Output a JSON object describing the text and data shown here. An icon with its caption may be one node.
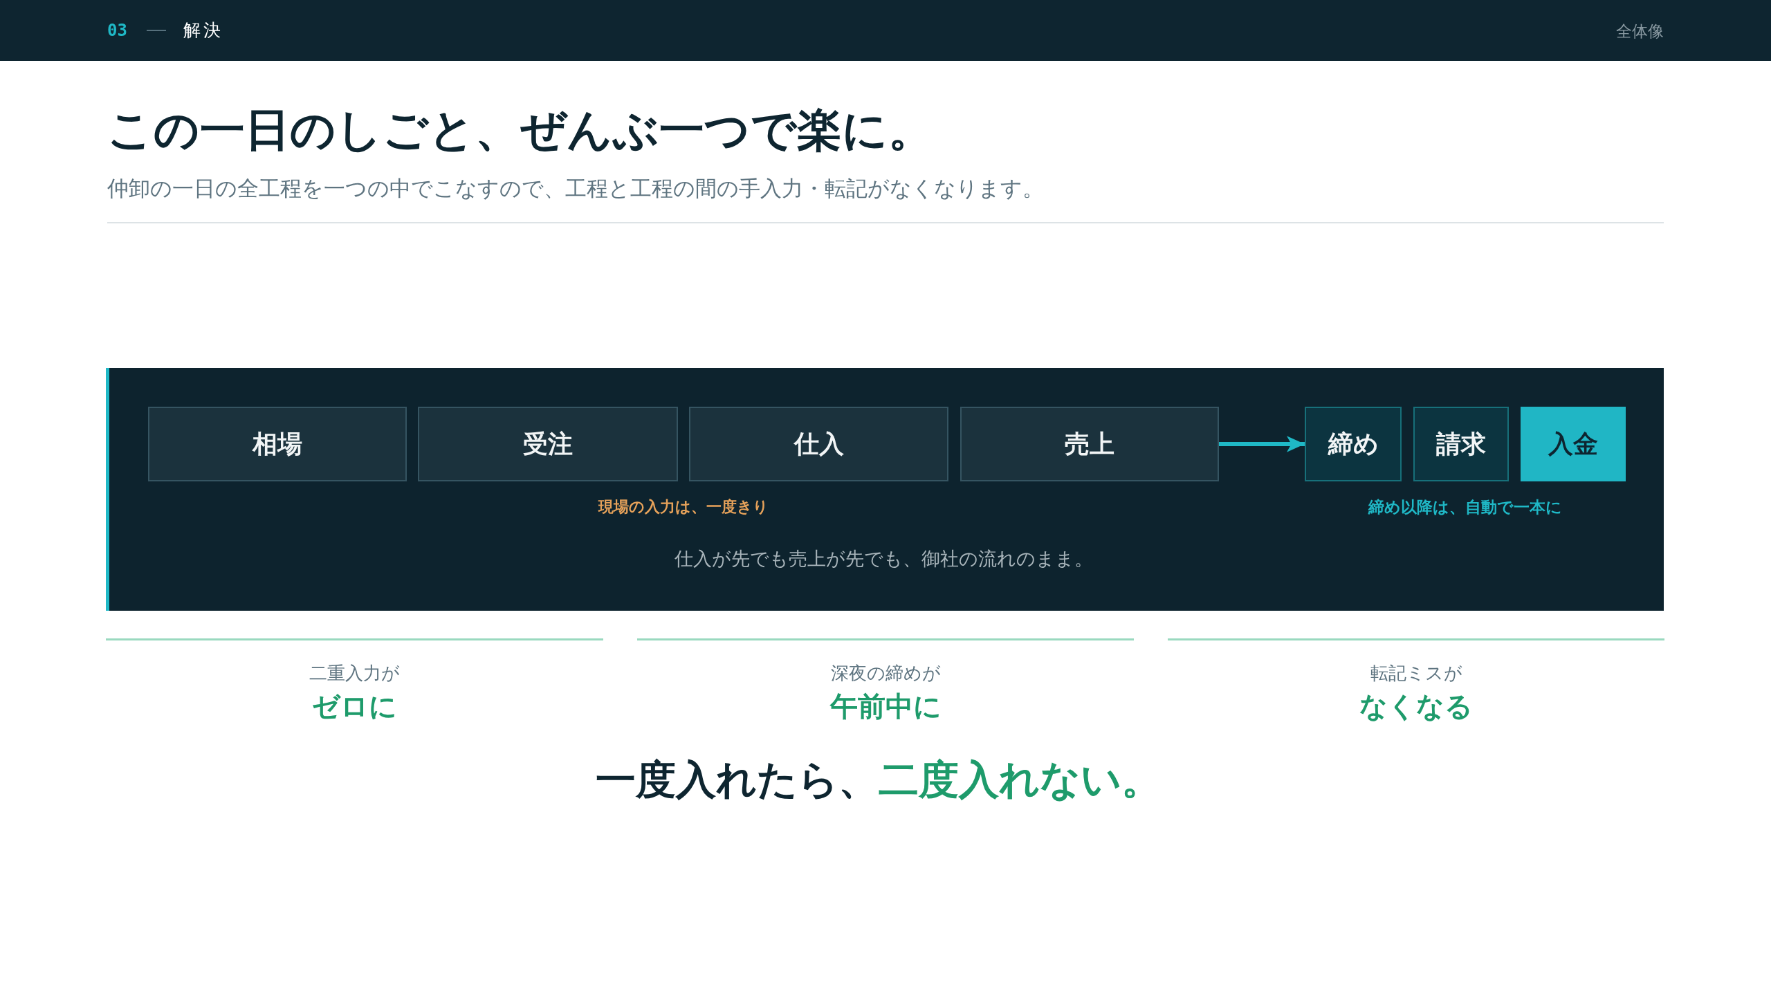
{
  "diagram": {
    "title": "この一日のしごと、ぜんぶ一つで楽に。",
    "nodes": [
      {
        "text": [
          "現場の入力は、一度きり",
          "締め以降は、自動で一本に",
          "仕入が先でも売上が先でも、御社の流れのまま。"
        ]
      },
      {
        "text": [
          "相場"
        ],
        "in": 0
      },
      {
        "text": [
          "受注"
        ],
        "in": 0
      },
      {
        "text": [
          "仕入"
        ],
        "in": 0
      },
      {
        "text": [
          "売上"
        ],
        "in": 0
      },
      {
        "text": [
          "締め"
        ],
        "in": 0
      },
      {
        "text": [
          "請求"
        ],
        "in": 0
      },
      {
        "text": [
          "入金"
        ],
        "in": 0
      }
    ],
    "edges": [
      {
        "from": 4,
        "to": 5,
        "arrow": "to"
      }
    ],
    "labels": [
      "03",
      "解決",
      "全体像",
      "仲卸の一日の全工程を一つの中でこなすので、工程と工程の間の手入力・転記がなくなります。",
      "二重入力が",
      "ゼロに",
      "深夜の締めが",
      "午前中に",
      "転記ミスが",
      "なくなる",
      "一度入れたら、",
      "二度入れない。"
    ]
  }
}
